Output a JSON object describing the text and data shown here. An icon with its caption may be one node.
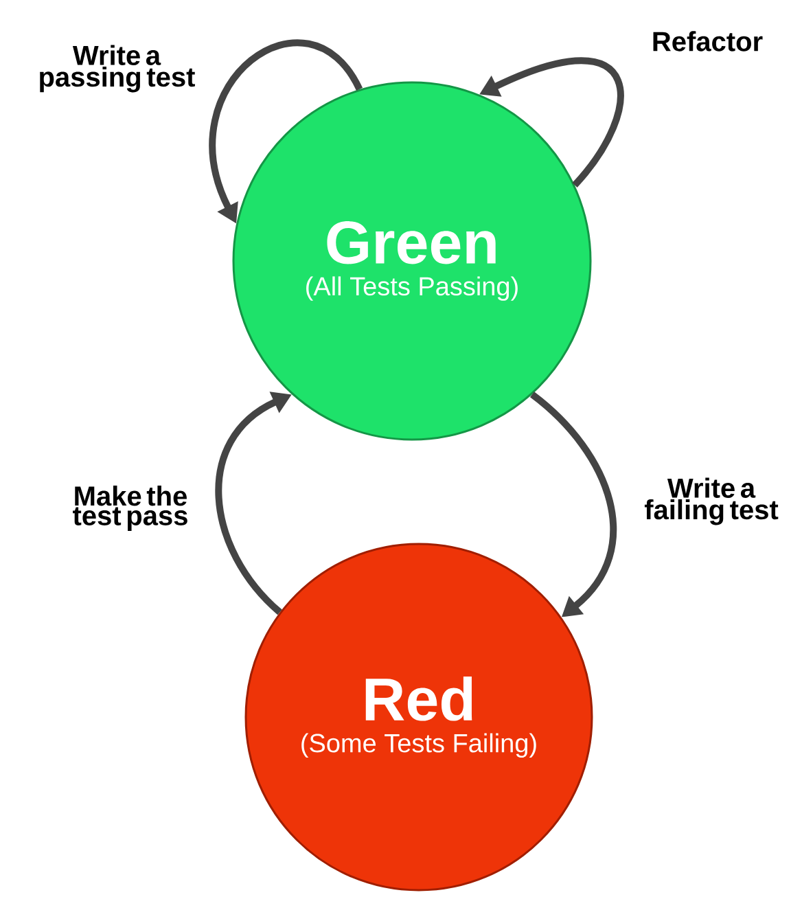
{
  "diagram": {
    "nodes": [
      {
        "text": [
          "Green",
          "(All Tests Passing)"
        ]
      },
      {
        "text": [
          "Red",
          "(Some Tests Failing)"
        ]
      }
    ],
    "edges": [
      {
        "from": 0,
        "to": 0,
        "arrow": "to",
        "label": "Write a passing test"
      },
      {
        "from": 0,
        "to": 0,
        "arrow": "to",
        "label": "Refactor"
      },
      {
        "from": 0,
        "to": 1,
        "arrow": "to",
        "label": "Write a failing test"
      },
      {
        "from": 1,
        "to": 0,
        "arrow": "to",
        "label": "Make the test pass"
      }
    ]
  }
}
